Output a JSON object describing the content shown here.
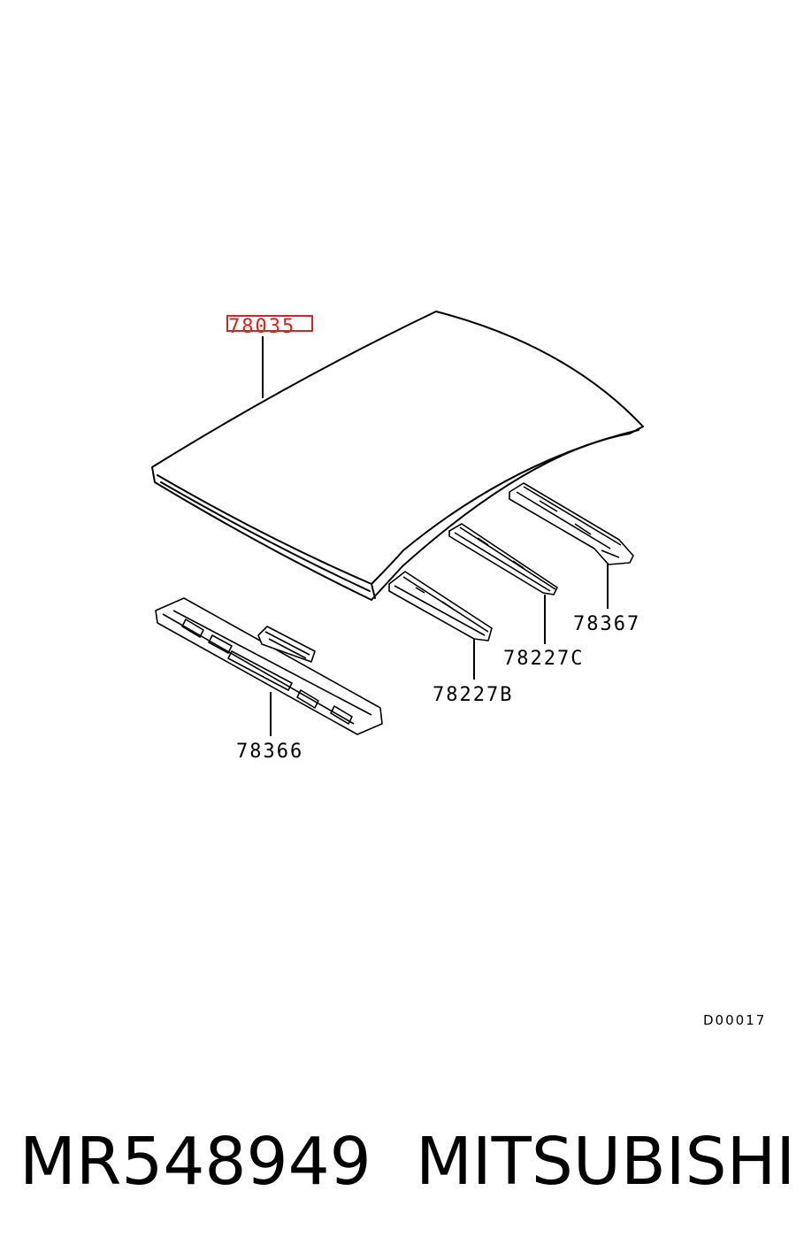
{
  "diagram": {
    "callouts": {
      "roof_panel": "78035",
      "rear_crossmember": "78367",
      "bow_c": "78227C",
      "bow_b": "78227B",
      "front_header": "78366"
    },
    "highlighted_part": "78035",
    "highlight_color": "#e02020",
    "drawing_code": "D00017"
  },
  "footer": {
    "part_number": "MR548949",
    "brand": "MITSUBISHI"
  }
}
